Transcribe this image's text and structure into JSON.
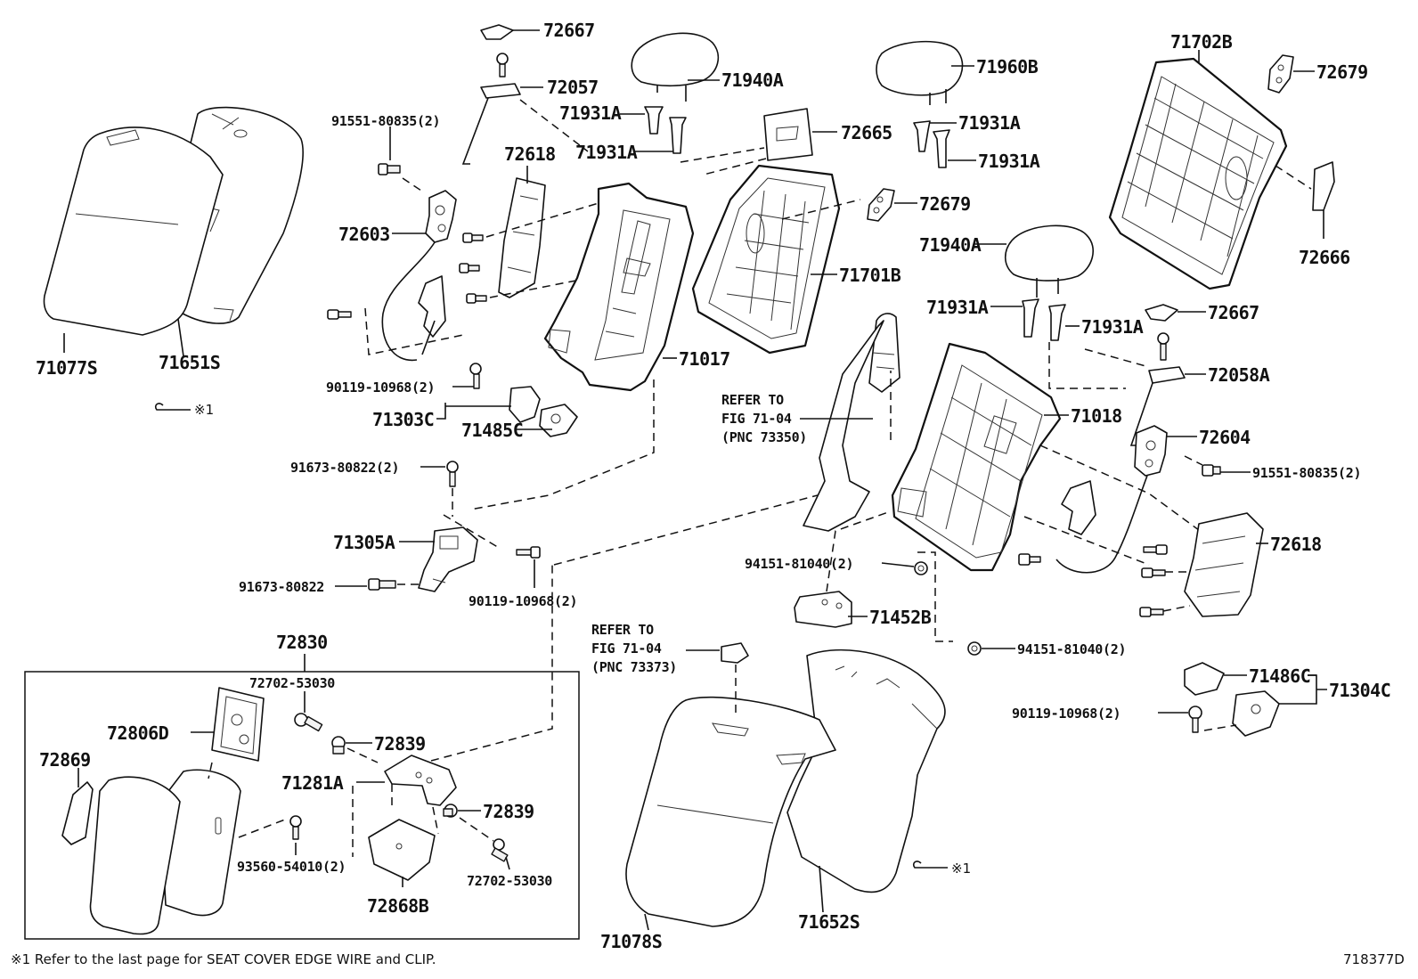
{
  "labels": {
    "p72667a": "72667",
    "p72057": "72057",
    "p71940a_left": "71940A",
    "p71931a_1": "71931A",
    "p71931a_2": "71931A",
    "p91551_left": "91551-80835(2)",
    "p72618_left": "72618",
    "p72603": "72603",
    "p72665": "72665",
    "p71960b": "71960B",
    "p71931a_3": "71931A",
    "p71931a_4": "71931A",
    "p72679_mid": "72679",
    "p71701b": "71701B",
    "p71702b": "71702B",
    "p72679_right": "72679",
    "p72666": "72666",
    "p71077s": "71077S",
    "p71651s": "71651S",
    "p71017": "71017",
    "p90119_a": "90119-10968(2)",
    "p71303c": "71303C",
    "p71485c": "71485C",
    "p91673_a": "91673-80822(2)",
    "p71305a": "71305A",
    "p91673_b": "91673-80822",
    "p90119_b": "90119-10968(2)",
    "p71940a_right": "71940A",
    "p71931a_5": "71931A",
    "p71931a_6": "71931A",
    "p72667b": "72667",
    "p72058a": "72058A",
    "p71018": "71018",
    "p72604": "72604",
    "p91551_right": "91551-80835(2)",
    "p72618_right": "72618",
    "p94151_a": "94151-81040(2)",
    "p71452b": "71452B",
    "p94151_b": "94151-81040(2)",
    "p71486c": "71486C",
    "p71304c": "71304C",
    "p90119_c": "90119-10968(2)",
    "p72830": "72830",
    "p72702_a": "72702-53030",
    "p72806d": "72806D",
    "p72839_a": "72839",
    "p72869": "72869",
    "p71281a": "71281A",
    "p72839_b": "72839",
    "p93560": "93560-54010(2)",
    "p72702_b": "72702-53030",
    "p72868b": "72868B",
    "p71078s": "71078S",
    "p71652s": "71652S"
  },
  "refer_1": {
    "line1": "REFER TO",
    "line2": "FIG 71-04",
    "line3": "(PNC 73350)"
  },
  "refer_2": {
    "line1": "REFER TO",
    "line2": "FIG 71-04",
    "line3": "(PNC 73373)"
  },
  "mark_left": "※1",
  "mark_right": "※1",
  "footnote": "※1  Refer to the last page for SEAT COVER EDGE WIRE and CLIP.",
  "diagram_id": "718377D"
}
